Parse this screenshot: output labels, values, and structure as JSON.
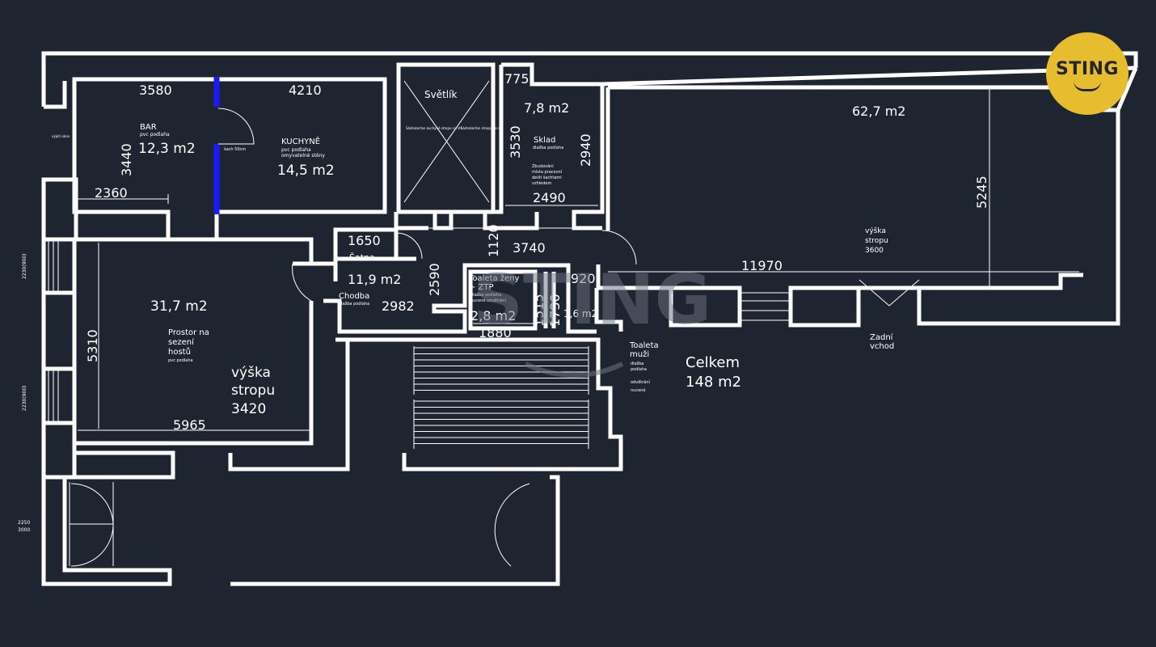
{
  "logo": {
    "text": "STING",
    "color": "#e6bd2e"
  },
  "rooms": {
    "bar": {
      "name": "BAR",
      "sub": "pvc podlaha",
      "area": "12,3 m2"
    },
    "kitchen": {
      "name": "KUCHYNĚ",
      "sub1": "pvc podlaha",
      "sub2": "omyvatelné stěny",
      "area": "14,5 m2",
      "shaft": "šach 50cm"
    },
    "skylight": {
      "name": "Světlík",
      "note_left": "Sádrokarton kuchyně stropu na stř.",
      "note_right": "Sádrokarton stropu na stř."
    },
    "storage": {
      "name": "Sklad",
      "sub": "dlažba podlaha",
      "area": "7,8 m2",
      "note1": "Zbudování",
      "note2": "místa pracovní",
      "note3": "dešti šachtami",
      "note4": "vzhledem"
    },
    "main_hall": {
      "area": "62,7 m2",
      "height_label1": "výška",
      "height_label2": "stropu",
      "height_value": "3600"
    },
    "cloakroom": {
      "name": "Šatna"
    },
    "corridor": {
      "area": "11,9 m2",
      "name": "Chodba",
      "sub": "dlažba podlaha"
    },
    "toilet_women": {
      "name1": "Toaleta ženy",
      "name2": "+ ZTP",
      "sub1": "dlažba podlaha",
      "sub2": "nucené odvětrání",
      "area": "2,8 m2"
    },
    "toilet_men": {
      "area": "1,6 m2",
      "name1": "Toaleta",
      "name2": "muži",
      "sub1": "dlažba",
      "sub2": "podlaha",
      "sub3": "odvětrání",
      "sub4": "nucené"
    },
    "seating": {
      "area": "31,7 m2",
      "line1": "Prostor na",
      "line2": "sezení",
      "line3": "hostů",
      "line4": "pvc podlaha",
      "height1": "výška",
      "height2": "stropu",
      "height3": "3420"
    },
    "back_entrance": {
      "line1": "Zadní",
      "line2": "vchod"
    },
    "total": {
      "label": "Celkem",
      "area": "148 m2"
    }
  },
  "dimensions": {
    "d3580": "3580",
    "d4210": "4210",
    "d775": "775",
    "d3440": "3440",
    "d2360": "2360",
    "d3530": "3530",
    "d2940": "2940",
    "d2490": "2490",
    "d5245": "5245",
    "d1650": "1650",
    "d1120": "1120",
    "d3740": "3740",
    "d2590": "2590",
    "d11970": "11970",
    "d920": "920",
    "d2982": "2982",
    "d1515": "1515",
    "d1730": "1730",
    "d1880": "1880",
    "d5310": "5310",
    "d5965": "5965"
  },
  "side_labels": {
    "window_top": "2230(900)",
    "window_mid": "2230(900)",
    "door_a": "2250",
    "door_b": "3000",
    "left_wall": "výplň okna"
  },
  "watermark": {
    "text": "STING"
  }
}
